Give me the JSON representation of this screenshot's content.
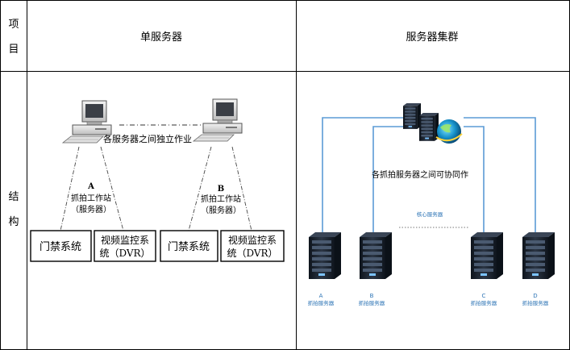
{
  "table": {
    "header_item_char1": "项",
    "header_item_char2": "目",
    "col1_title": "单服务器",
    "col2_title": "服务器集群",
    "row_label_char1": "结",
    "row_label_char2": "构"
  },
  "single_server": {
    "independent_note": "各服务器之间独立作业",
    "station_a": {
      "letter": "A",
      "name": "抓拍工作站",
      "role": "（服务器）"
    },
    "station_b": {
      "letter": "B",
      "name": "抓拍工作站",
      "role": "（服务器）"
    },
    "box_access_a": "门禁系统",
    "box_video_a_line1": "视频监控系",
    "box_video_a_line2": "统（DVR）",
    "box_access_b": "门禁系统",
    "box_video_b_line1": "视频监控系",
    "box_video_b_line2": "统（DVR）"
  },
  "cluster": {
    "cooperation_note": "各抓拍服务器之间可协同作",
    "core_label": "核心服务器",
    "servers": [
      {
        "letter": "A",
        "name": "抓拍服务器"
      },
      {
        "letter": "B",
        "name": "抓拍服务器"
      },
      {
        "letter": "C",
        "name": "抓拍服务器"
      },
      {
        "letter": "D",
        "name": "抓拍服务器"
      }
    ]
  },
  "colors": {
    "border": "#000000",
    "link_blue": "#5b9bd5",
    "label_blue": "#2e75b6",
    "rack_dark": "#1d2633"
  }
}
